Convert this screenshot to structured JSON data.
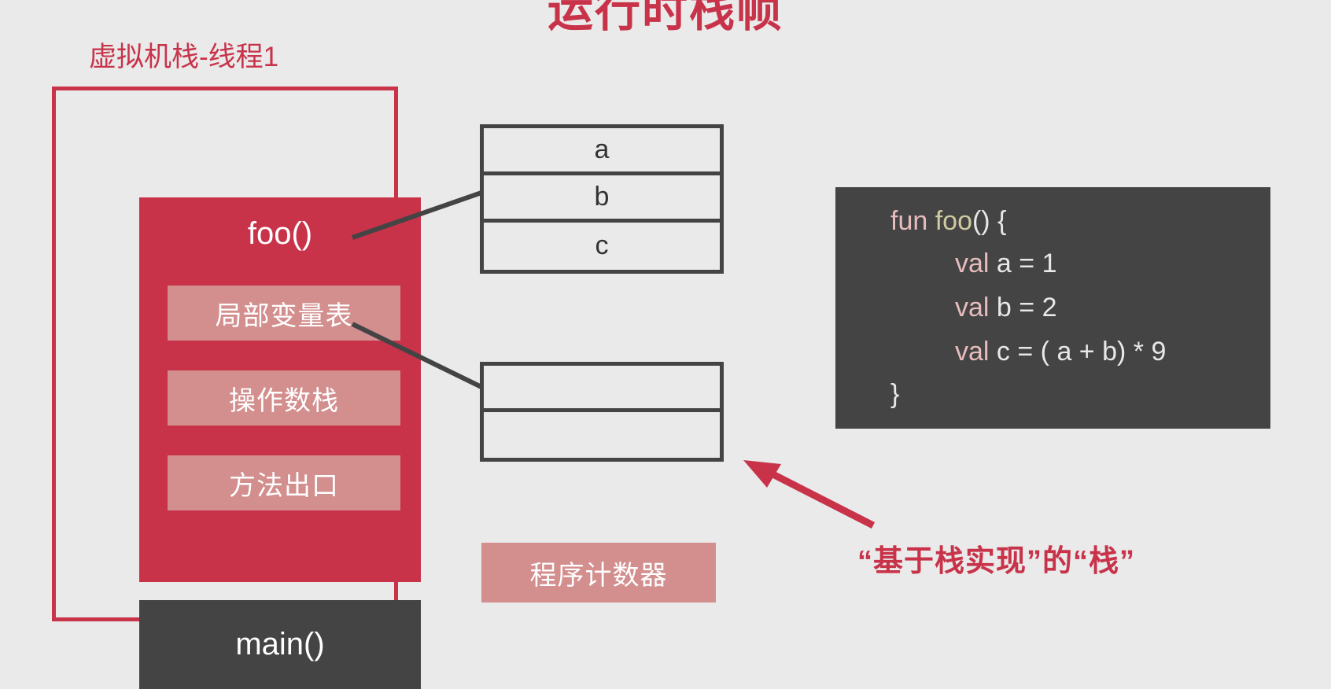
{
  "title": "运行时栈帧",
  "background_color": "#eaeaea",
  "colors": {
    "crimson": "#c8334a",
    "pink": "#d38e8e",
    "dark": "#444444",
    "white": "#ffffff"
  },
  "vm_stack": {
    "label": "虚拟机栈-线程1",
    "frames": [
      {
        "name": "foo()",
        "slots": [
          "局部变量表",
          "操作数栈",
          "方法出口"
        ]
      },
      {
        "name": "main()",
        "slots": []
      }
    ]
  },
  "local_variable_table": {
    "rows": [
      "a",
      "b",
      "c"
    ]
  },
  "operand_stack_table": {
    "rows": [
      "",
      ""
    ]
  },
  "program_counter": {
    "label": "程序计数器"
  },
  "code": {
    "language": "kotlin",
    "lines": [
      {
        "keyword": "fun ",
        "func": "foo",
        "rest": "() {"
      },
      {
        "keyword": "val ",
        "func": "",
        "rest": "a = 1"
      },
      {
        "keyword": "val ",
        "func": "",
        "rest": "b = 2"
      },
      {
        "keyword": "val ",
        "func": "",
        "rest": "c = ( a + b) * 9"
      },
      {
        "keyword": "",
        "func": "",
        "rest": "}"
      }
    ]
  },
  "annotation": {
    "text": "“基于栈实现”的“栈”"
  }
}
